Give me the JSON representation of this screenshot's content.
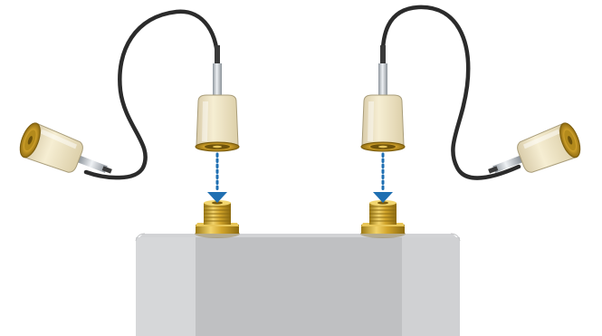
{
  "diagram": {
    "device": {
      "name": "device-chassis",
      "colors": {
        "top": "#c8c9cb",
        "front": "#bebfc1",
        "side": "#d7d8da"
      }
    },
    "ports": [
      {
        "name": "port-left",
        "color": "#c9a227"
      },
      {
        "name": "port-right",
        "color": "#c9a227"
      }
    ],
    "cables": [
      {
        "name": "cable-left",
        "color": "#2b2b2b"
      },
      {
        "name": "cable-right",
        "color": "#2b2b2b"
      }
    ],
    "arrows": {
      "color": "#1f6fb2",
      "style": "dotted"
    },
    "connector_colors": {
      "body": "#efe6c7",
      "thread": "#c99a1e",
      "ferrule": "#b9bec3"
    }
  }
}
